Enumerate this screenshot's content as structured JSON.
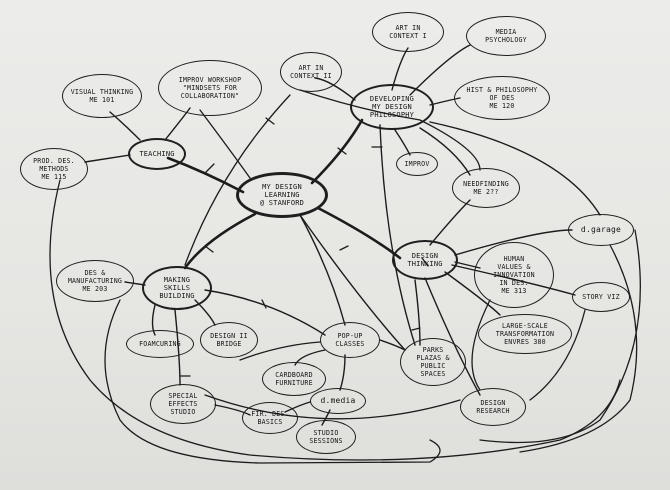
{
  "nodes": {
    "center": {
      "label": "My design\nlearning\n@ stanford"
    },
    "developing": {
      "label": "Developing\nmy design\nphilosophy"
    },
    "design_thinking": {
      "label": "Design\nthinking"
    },
    "teaching": {
      "label": "Teaching"
    },
    "making": {
      "label": "Making\nskills\nbuilding"
    },
    "art_context_1": {
      "label": "Art in\ncontext I"
    },
    "media_psychology": {
      "label": "Media\npsychology"
    },
    "hist_philosophy": {
      "label": "Hist & philosophy\nof des\nME 120"
    },
    "art_context_2": {
      "label": "Art in\ncontext II"
    },
    "improv_workshop": {
      "label": "Improv workshop\n\"mindsets for\ncollaboration\""
    },
    "visual_thinking": {
      "label": "Visual thinking\nME 101"
    },
    "prod_des_methods": {
      "label": "Prod. des.\nmethods\nME 115"
    },
    "improv": {
      "label": "Improv"
    },
    "needfinding": {
      "label": "Needfinding\nME 2??"
    },
    "dgarage": {
      "label": "d.garage"
    },
    "human_values": {
      "label": "Human\nvalues &\ninnovation\nin des.\nME 313"
    },
    "story_viz": {
      "label": "Story viz"
    },
    "large_scale": {
      "label": "Large-scale\ntransformation\nENVRES 380"
    },
    "des_manufacturing": {
      "label": "Des &\nmanufacturing\nME 203"
    },
    "foamcuring": {
      "label": "Foamcuring"
    },
    "design_bridge": {
      "label": "Design II\nbridge"
    },
    "popup_classes": {
      "label": "Pop-up\nclasses"
    },
    "parks_plazas": {
      "label": "Parks\nplazas &\npublic\nspaces"
    },
    "cardboard_furniture": {
      "label": "Cardboard\nfurniture"
    },
    "special_effects": {
      "label": "Special\neffects\nstudio"
    },
    "dmedia": {
      "label": "d.media"
    },
    "fir_des_basics": {
      "label": "Fir. des.\nbasics"
    },
    "studio_sessions": {
      "label": "Studio\nsessions"
    },
    "design_research": {
      "label": "Design\nresearch"
    }
  }
}
